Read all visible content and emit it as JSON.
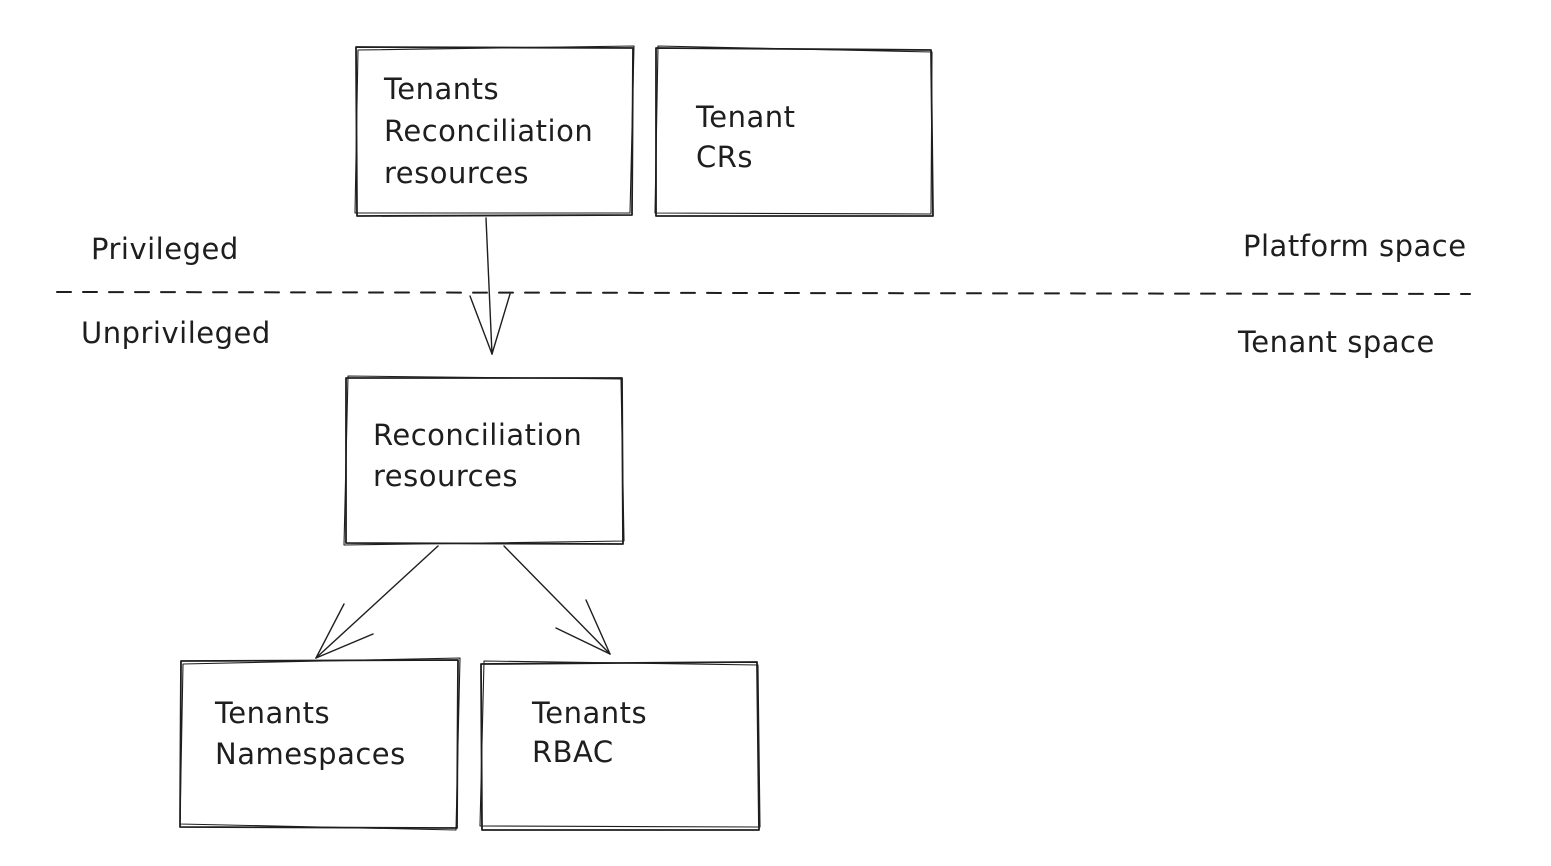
{
  "diagram": {
    "boxes": {
      "tenants_reconciliation": [
        "Tenants",
        "Reconciliation",
        "resources"
      ],
      "tenant_crs": [
        "Tenant",
        "CRs"
      ],
      "reconciliation": [
        "Reconciliation",
        "resources"
      ],
      "tenants_namespaces": [
        "Tenants",
        "Namespaces"
      ],
      "tenants_rbac": [
        "Tenants",
        "RBAC"
      ]
    },
    "labels": {
      "privileged": "Privileged",
      "unprivileged": "Unprivileged",
      "platform_space": "Platform space",
      "tenant_space": "Tenant space"
    }
  }
}
